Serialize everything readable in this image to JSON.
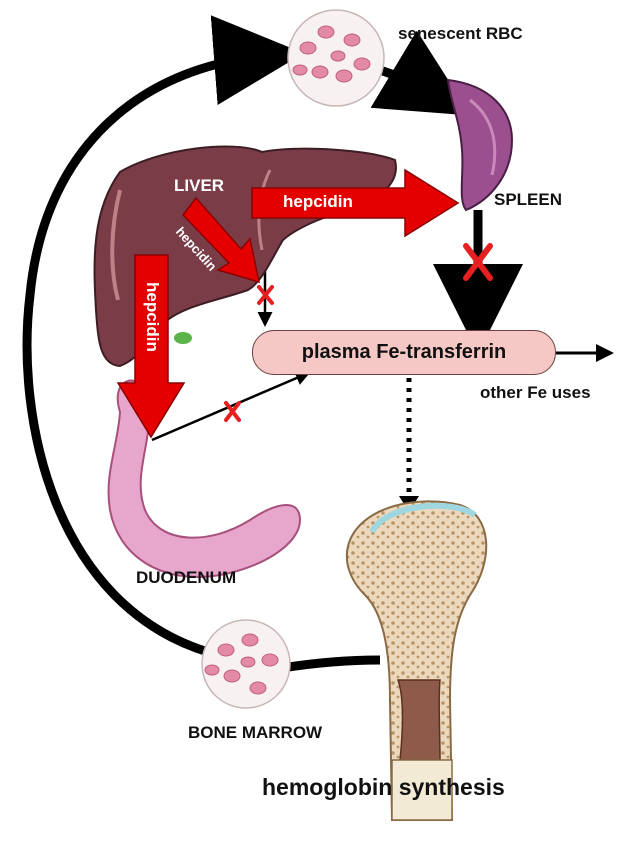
{
  "labels": {
    "senescent_rbc": "senescent RBC",
    "liver": "LIVER",
    "spleen": "SPLEEN",
    "duodenum": "DUODENUM",
    "bone_marrow": "BONE MARROW",
    "plasma": "plasma Fe-transferrin",
    "other_fe_uses": "other Fe uses",
    "hemoglobin_synthesis": "hemoglobin synthesis"
  },
  "hepcidin_arrows": {
    "to_spleen": "hepcidin",
    "to_liver_stores": "hepcidin",
    "to_duodenum": "hepcidin"
  },
  "blocked_marker": "X",
  "colors": {
    "hepcidin_arrow": "#e50000",
    "block_x": "#e62020",
    "plasma_fill": "#f6c8c5",
    "liver": "#7a3d48",
    "spleen": "#9b4f8f",
    "duodenum": "#e7a6cc",
    "rbc": "#e38aa6"
  }
}
